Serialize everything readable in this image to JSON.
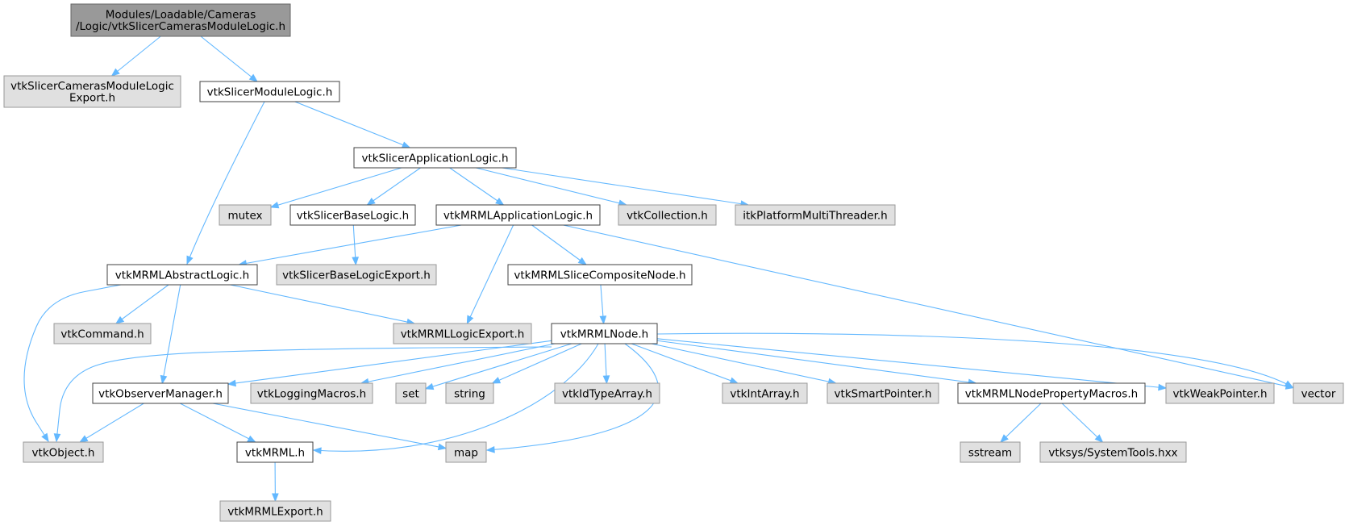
{
  "colors": {
    "edge": "#63b8ff",
    "node_white_fill": "#ffffff",
    "node_white_border": "#404040",
    "node_gray_fill": "#e0e0e0",
    "node_gray_border": "#999999",
    "node_focus_fill": "#999999",
    "node_focus_border": "#666666"
  },
  "nodes": [
    {
      "id": "root",
      "lines": [
        "Modules/Loadable/Cameras",
        "/Logic/vtkSlicerCamerasModuleLogic.h"
      ],
      "style": "focus"
    },
    {
      "id": "camexport",
      "lines": [
        "vtkSlicerCamerasModuleLogic",
        "Export.h"
      ],
      "style": "gray"
    },
    {
      "id": "modlogic",
      "lines": [
        "vtkSlicerModuleLogic.h"
      ],
      "style": "white"
    },
    {
      "id": "applogic",
      "lines": [
        "vtkSlicerApplicationLogic.h"
      ],
      "style": "white"
    },
    {
      "id": "mutex",
      "lines": [
        "mutex"
      ],
      "style": "gray"
    },
    {
      "id": "baselogic",
      "lines": [
        "vtkSlicerBaseLogic.h"
      ],
      "style": "white"
    },
    {
      "id": "mrmlapplogic",
      "lines": [
        "vtkMRMLApplicationLogic.h"
      ],
      "style": "white"
    },
    {
      "id": "vtkcollection",
      "lines": [
        "vtkCollection.h"
      ],
      "style": "gray"
    },
    {
      "id": "itkplatform",
      "lines": [
        "itkPlatformMultiThreader.h"
      ],
      "style": "gray"
    },
    {
      "id": "abstractlogic",
      "lines": [
        "vtkMRMLAbstractLogic.h"
      ],
      "style": "white"
    },
    {
      "id": "baselogicexport",
      "lines": [
        "vtkSlicerBaseLogicExport.h"
      ],
      "style": "gray"
    },
    {
      "id": "slicecomposite",
      "lines": [
        "vtkMRMLSliceCompositeNode.h"
      ],
      "style": "white"
    },
    {
      "id": "vtkcommand",
      "lines": [
        "vtkCommand.h"
      ],
      "style": "gray"
    },
    {
      "id": "mrmllogicexport",
      "lines": [
        "vtkMRMLLogicExport.h"
      ],
      "style": "gray"
    },
    {
      "id": "mrmlnode",
      "lines": [
        "vtkMRMLNode.h"
      ],
      "style": "white"
    },
    {
      "id": "observermanager",
      "lines": [
        "vtkObserverManager.h"
      ],
      "style": "white"
    },
    {
      "id": "loggingmacros",
      "lines": [
        "vtkLoggingMacros.h"
      ],
      "style": "gray"
    },
    {
      "id": "set",
      "lines": [
        "set"
      ],
      "style": "gray"
    },
    {
      "id": "string",
      "lines": [
        "string"
      ],
      "style": "gray"
    },
    {
      "id": "idtypearray",
      "lines": [
        "vtkIdTypeArray.h"
      ],
      "style": "gray"
    },
    {
      "id": "intarray",
      "lines": [
        "vtkIntArray.h"
      ],
      "style": "gray"
    },
    {
      "id": "smartpointer",
      "lines": [
        "vtkSmartPointer.h"
      ],
      "style": "gray"
    },
    {
      "id": "nodepropmacros",
      "lines": [
        "vtkMRMLNodePropertyMacros.h"
      ],
      "style": "white"
    },
    {
      "id": "weakpointer",
      "lines": [
        "vtkWeakPointer.h"
      ],
      "style": "gray"
    },
    {
      "id": "vector",
      "lines": [
        "vector"
      ],
      "style": "gray"
    },
    {
      "id": "vtkobject",
      "lines": [
        "vtkObject.h"
      ],
      "style": "gray"
    },
    {
      "id": "vtkmrml",
      "lines": [
        "vtkMRML.h"
      ],
      "style": "white"
    },
    {
      "id": "map",
      "lines": [
        "map"
      ],
      "style": "gray"
    },
    {
      "id": "sstream",
      "lines": [
        "sstream"
      ],
      "style": "gray"
    },
    {
      "id": "systemtools",
      "lines": [
        "vtksys/SystemTools.hxx"
      ],
      "style": "gray"
    },
    {
      "id": "mrmlexport",
      "lines": [
        "vtkMRMLExport.h"
      ],
      "style": "gray"
    }
  ],
  "edges": [
    {
      "from": "root",
      "to": "camexport"
    },
    {
      "from": "root",
      "to": "modlogic"
    },
    {
      "from": "modlogic",
      "to": "applogic"
    },
    {
      "from": "modlogic",
      "to": "abstractlogic"
    },
    {
      "from": "applogic",
      "to": "mutex"
    },
    {
      "from": "applogic",
      "to": "baselogic"
    },
    {
      "from": "applogic",
      "to": "mrmlapplogic"
    },
    {
      "from": "applogic",
      "to": "vtkcollection"
    },
    {
      "from": "applogic",
      "to": "itkplatform"
    },
    {
      "from": "baselogic",
      "to": "baselogicexport"
    },
    {
      "from": "mrmlapplogic",
      "to": "abstractlogic"
    },
    {
      "from": "mrmlapplogic",
      "to": "mrmllogicexport"
    },
    {
      "from": "mrmlapplogic",
      "to": "slicecomposite"
    },
    {
      "from": "mrmlapplogic",
      "to": "vector"
    },
    {
      "from": "abstractlogic",
      "to": "vtkcommand"
    },
    {
      "from": "abstractlogic",
      "to": "mrmllogicexport"
    },
    {
      "from": "abstractlogic",
      "to": "observermanager"
    },
    {
      "from": "abstractlogic",
      "to": "vtkobject"
    },
    {
      "from": "slicecomposite",
      "to": "mrmlnode"
    },
    {
      "from": "mrmlnode",
      "to": "vtkobject"
    },
    {
      "from": "mrmlnode",
      "to": "observermanager"
    },
    {
      "from": "mrmlnode",
      "to": "loggingmacros"
    },
    {
      "from": "mrmlnode",
      "to": "set"
    },
    {
      "from": "mrmlnode",
      "to": "string"
    },
    {
      "from": "mrmlnode",
      "to": "vtkmrml"
    },
    {
      "from": "mrmlnode",
      "to": "idtypearray"
    },
    {
      "from": "mrmlnode",
      "to": "map"
    },
    {
      "from": "mrmlnode",
      "to": "intarray"
    },
    {
      "from": "mrmlnode",
      "to": "smartpointer"
    },
    {
      "from": "mrmlnode",
      "to": "nodepropmacros"
    },
    {
      "from": "mrmlnode",
      "to": "weakpointer"
    },
    {
      "from": "mrmlnode",
      "to": "vector"
    },
    {
      "from": "observermanager",
      "to": "vtkobject"
    },
    {
      "from": "observermanager",
      "to": "vtkmrml"
    },
    {
      "from": "observermanager",
      "to": "map"
    },
    {
      "from": "vtkmrml",
      "to": "mrmlexport"
    },
    {
      "from": "nodepropmacros",
      "to": "sstream"
    },
    {
      "from": "nodepropmacros",
      "to": "systemtools"
    }
  ]
}
